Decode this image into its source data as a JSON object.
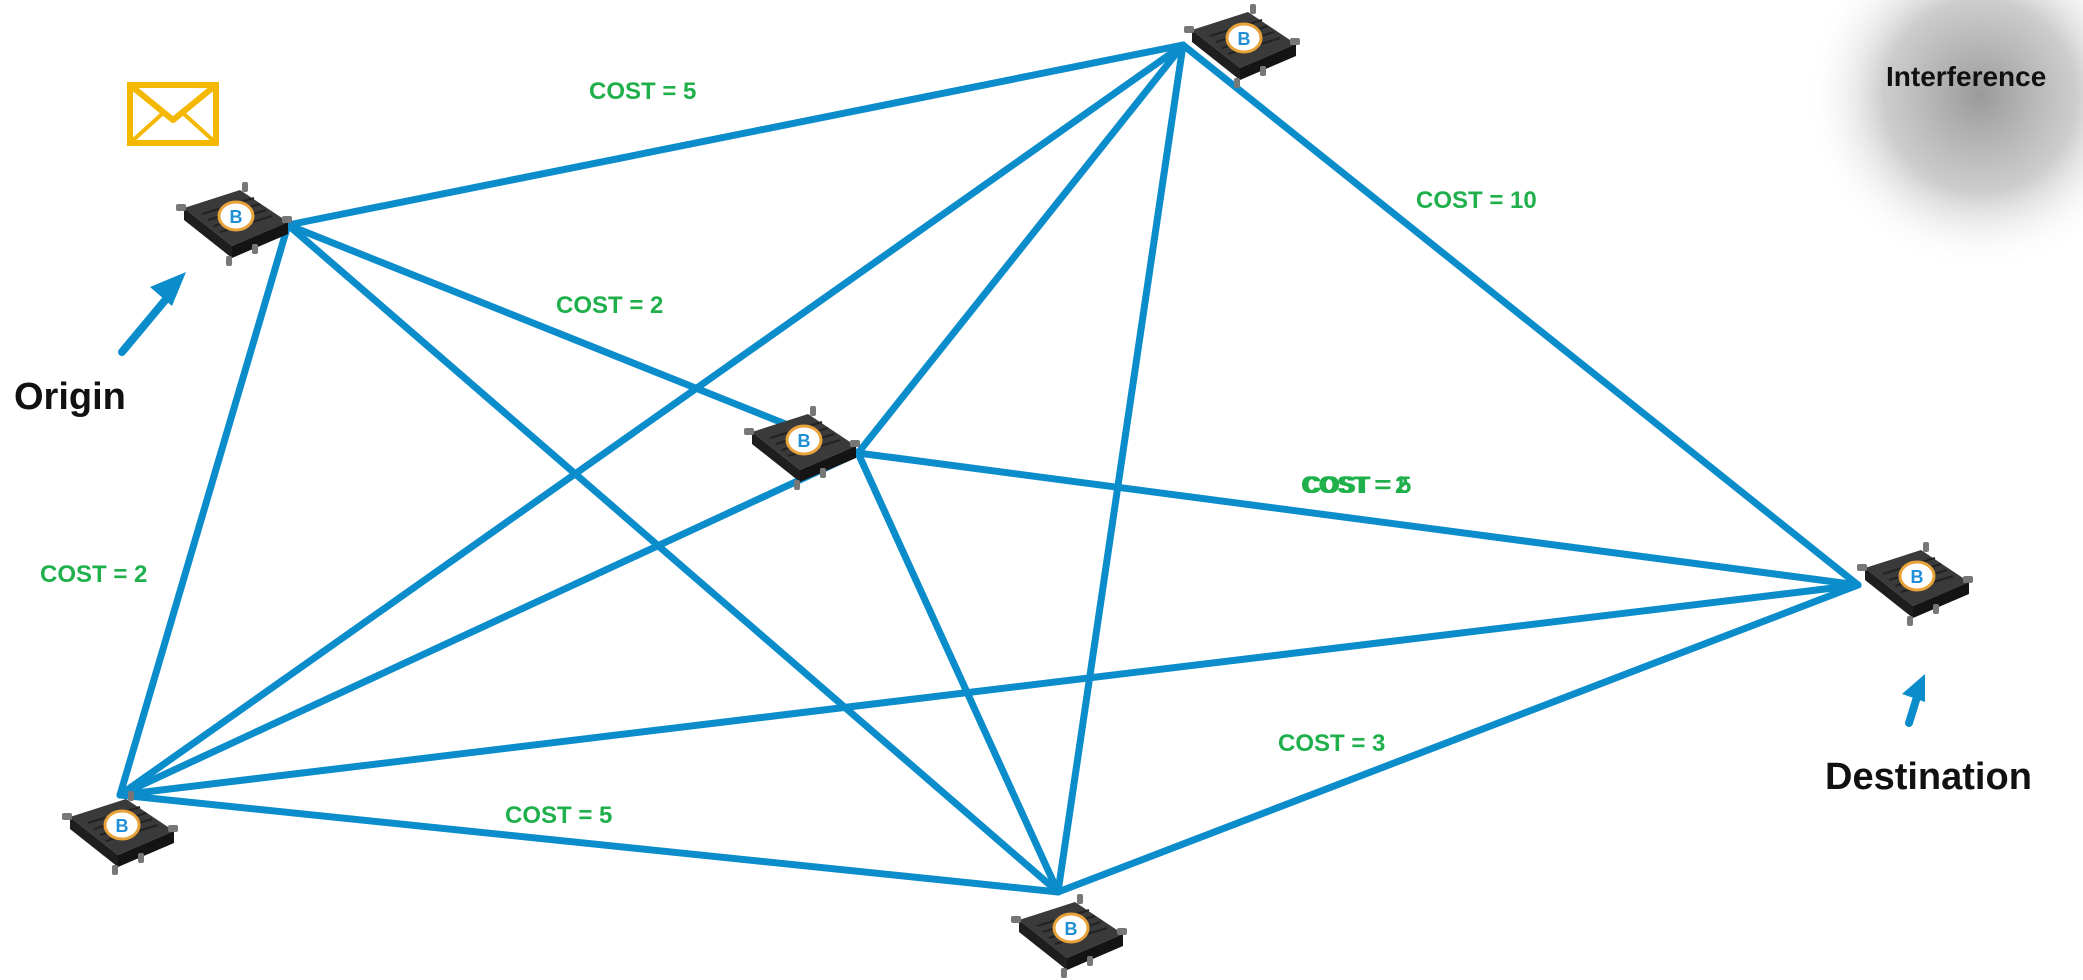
{
  "labels": {
    "origin": "Origin",
    "destination": "Destination",
    "interference": "Interference"
  },
  "icons": {
    "node": "router-icon",
    "message": "envelope-icon",
    "router_badge": "B"
  },
  "colors": {
    "link": "#0b8ccb",
    "cost_text": "#1fb04c",
    "envelope": "#f5b800",
    "router_body": "#2a2a2a",
    "badge_ring": "#e8a23a",
    "badge_text": "#1f8fd6"
  },
  "costs": {
    "origin_top": "COST = 5",
    "origin_center": "COST = 2",
    "origin_bottomleft": "COST = 2",
    "top_destination": "COST = 10",
    "center_destination_a": "COST = 2",
    "center_destination_b": "COST = 5",
    "bottom_destination": "COST = 3",
    "bottomleft_bottom": "COST = 5"
  }
}
